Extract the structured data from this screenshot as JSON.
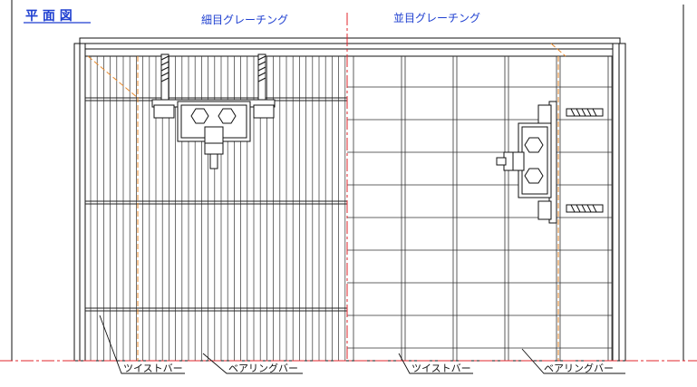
{
  "title": "平 面 図",
  "sections": {
    "fine": "細目グレーチング",
    "parallel": "並目グレーチング"
  },
  "callouts": {
    "twist_bar_left": "ツイストバー",
    "bearing_bar_left": "ベアリングバー",
    "twist_bar_right": "ツイストバー",
    "bearing_bar_right": "ベアリングバー"
  },
  "colors": {
    "line": "#111111",
    "label": "#1e3fd0",
    "centerline": "#e0242b",
    "hidden_line": "#e8892a"
  }
}
